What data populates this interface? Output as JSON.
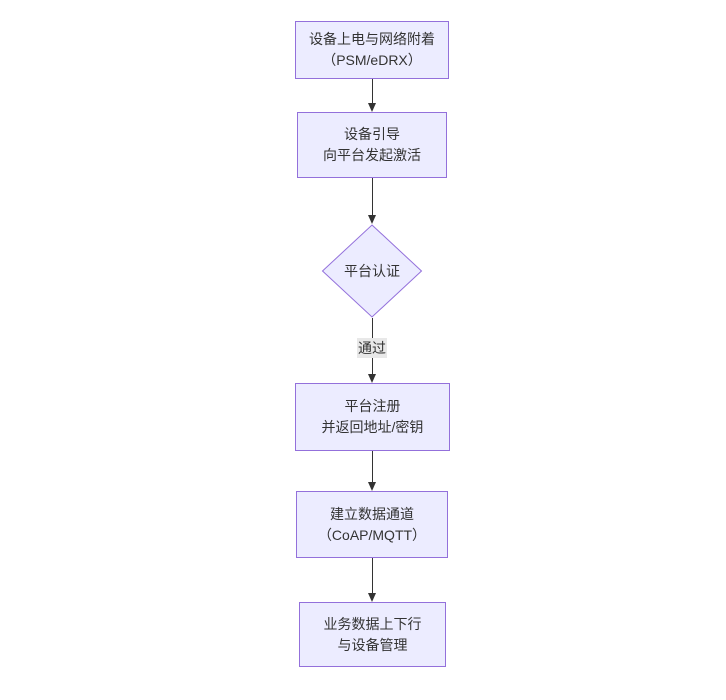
{
  "diagram": {
    "type": "flowchart",
    "direction": "top-down",
    "nodes": [
      {
        "id": "A",
        "shape": "rect",
        "lines": [
          "设备上电与网络附着",
          "（PSM/eDRX）"
        ]
      },
      {
        "id": "B",
        "shape": "rect",
        "lines": [
          "设备引导",
          "向平台发起激活"
        ]
      },
      {
        "id": "C",
        "shape": "diamond",
        "lines": [
          "平台认证"
        ]
      },
      {
        "id": "D",
        "shape": "rect",
        "lines": [
          "平台注册",
          "并返回地址/密钥"
        ]
      },
      {
        "id": "E",
        "shape": "rect",
        "lines": [
          "建立数据通道",
          "（CoAP/MQTT）"
        ]
      },
      {
        "id": "F",
        "shape": "rect",
        "lines": [
          "业务数据上下行",
          "与设备管理"
        ]
      }
    ],
    "edges": [
      {
        "from": "A",
        "to": "B",
        "label": ""
      },
      {
        "from": "B",
        "to": "C",
        "label": ""
      },
      {
        "from": "C",
        "to": "D",
        "label": "通过"
      },
      {
        "from": "D",
        "to": "E",
        "label": ""
      },
      {
        "from": "E",
        "to": "F",
        "label": ""
      }
    ],
    "colors": {
      "node_fill": "#ECECFF",
      "node_border": "#9370DB",
      "edge_stroke": "#333333",
      "text": "#333333",
      "edge_label_bg": "#e8e8e8",
      "background": "#ffffff"
    }
  }
}
